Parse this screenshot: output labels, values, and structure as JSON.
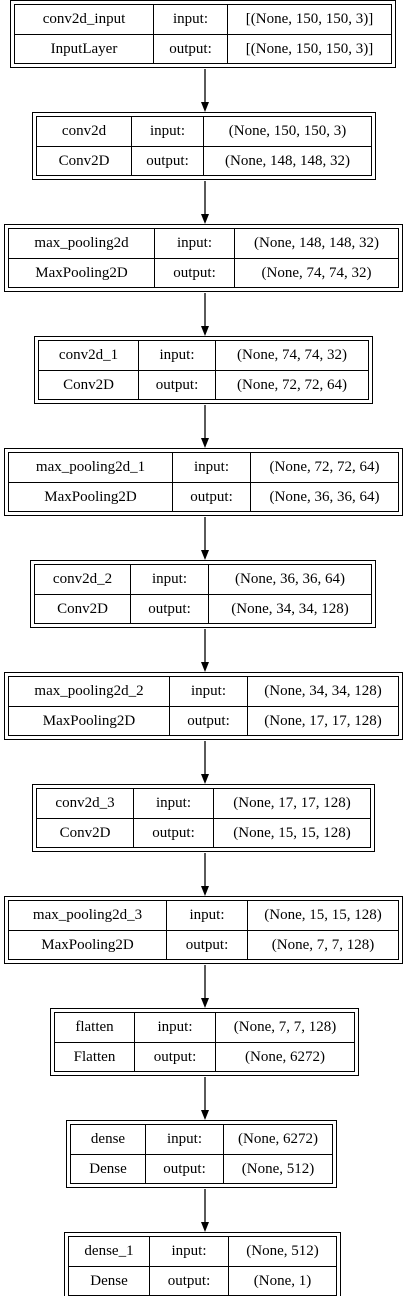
{
  "layers": [
    {
      "name": "conv2d_input",
      "type": "InputLayer",
      "input_label": "input:",
      "output_label": "output:",
      "input": "[(None, 150, 150, 3)]",
      "output": "[(None, 150, 150, 3)]"
    },
    {
      "name": "conv2d",
      "type": "Conv2D",
      "input_label": "input:",
      "output_label": "output:",
      "input": "(None, 150, 150, 3)",
      "output": "(None, 148, 148, 32)"
    },
    {
      "name": "max_pooling2d",
      "type": "MaxPooling2D",
      "input_label": "input:",
      "output_label": "output:",
      "input": "(None, 148, 148, 32)",
      "output": "(None, 74, 74, 32)"
    },
    {
      "name": "conv2d_1",
      "type": "Conv2D",
      "input_label": "input:",
      "output_label": "output:",
      "input": "(None, 74, 74, 32)",
      "output": "(None, 72, 72, 64)"
    },
    {
      "name": "max_pooling2d_1",
      "type": "MaxPooling2D",
      "input_label": "input:",
      "output_label": "output:",
      "input": "(None, 72, 72, 64)",
      "output": "(None, 36, 36, 64)"
    },
    {
      "name": "conv2d_2",
      "type": "Conv2D",
      "input_label": "input:",
      "output_label": "output:",
      "input": "(None, 36, 36, 64)",
      "output": "(None, 34, 34, 128)"
    },
    {
      "name": "max_pooling2d_2",
      "type": "MaxPooling2D",
      "input_label": "input:",
      "output_label": "output:",
      "input": "(None, 34, 34, 128)",
      "output": "(None, 17, 17, 128)"
    },
    {
      "name": "conv2d_3",
      "type": "Conv2D",
      "input_label": "input:",
      "output_label": "output:",
      "input": "(None, 17, 17, 128)",
      "output": "(None, 15, 15, 128)"
    },
    {
      "name": "max_pooling2d_3",
      "type": "MaxPooling2D",
      "input_label": "input:",
      "output_label": "output:",
      "input": "(None, 15, 15, 128)",
      "output": "(None, 7, 7, 128)"
    },
    {
      "name": "flatten",
      "type": "Flatten",
      "input_label": "input:",
      "output_label": "output:",
      "input": "(None, 7, 7, 128)",
      "output": "(None, 6272)"
    },
    {
      "name": "dense",
      "type": "Dense",
      "input_label": "input:",
      "output_label": "output:",
      "input": "(None, 6272)",
      "output": "(None, 512)"
    },
    {
      "name": "dense_1",
      "type": "Dense",
      "input_label": "input:",
      "output_label": "output:",
      "input": "(None, 512)",
      "output": "(None, 1)"
    }
  ]
}
